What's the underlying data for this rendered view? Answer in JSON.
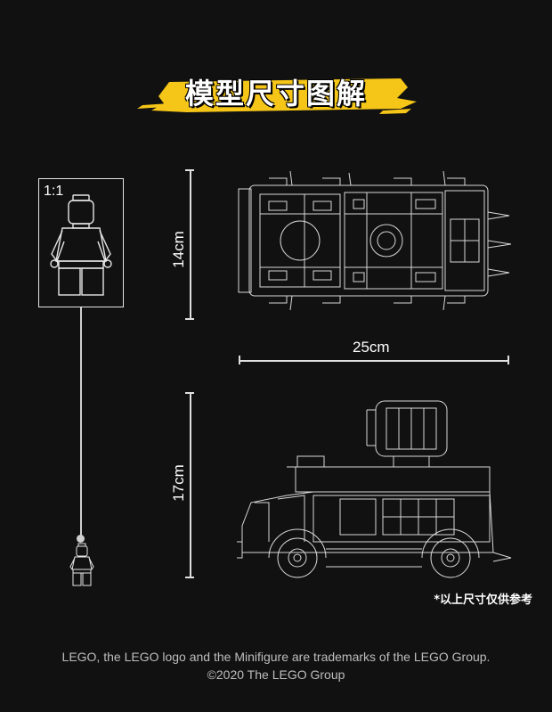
{
  "header": {
    "title": "模型尺寸图解",
    "accent_color": "#f5c518"
  },
  "scale_panel": {
    "label": "1:1"
  },
  "dimensions": {
    "width": "14cm",
    "length": "25cm",
    "height": "17cm"
  },
  "note": "*以上尺寸仅供参考",
  "footer": {
    "trademark": "LEGO, the LEGO logo and the Minifigure are trademarks of the LEGO Group.",
    "copyright": "©2020 The LEGO Group"
  }
}
